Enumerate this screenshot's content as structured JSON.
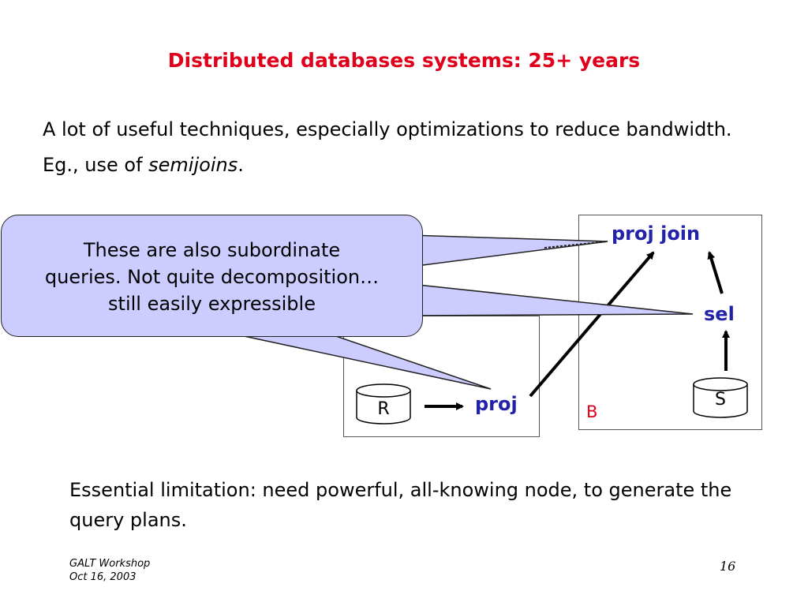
{
  "slide": {
    "title": "Distributed databases systems: 25+ years",
    "intro_part1": "A lot of useful techniques, especially optimizations to reduce bandwidth. Eg., use of ",
    "intro_emphasis": "semijoins",
    "intro_part2": ".",
    "callout_line1": "These are also subordinate",
    "callout_line2": "queries. Not quite decomposition…",
    "callout_line3": "still easily expressible",
    "limitation": "Essential limitation:  need powerful, all-knowing node, to generate the query plans.",
    "footer_line1": "GALT Workshop",
    "footer_line2": "Oct 16, 2003",
    "page_number": "16"
  },
  "diagram": {
    "node_a": {
      "table": "R",
      "operator": "proj"
    },
    "node_b": {
      "label": "B",
      "table": "S",
      "select": "sel",
      "top": "proj join"
    }
  },
  "colors": {
    "title": "#e0001b",
    "operator": "#2222aa",
    "callout_fill": "#ccccff"
  }
}
